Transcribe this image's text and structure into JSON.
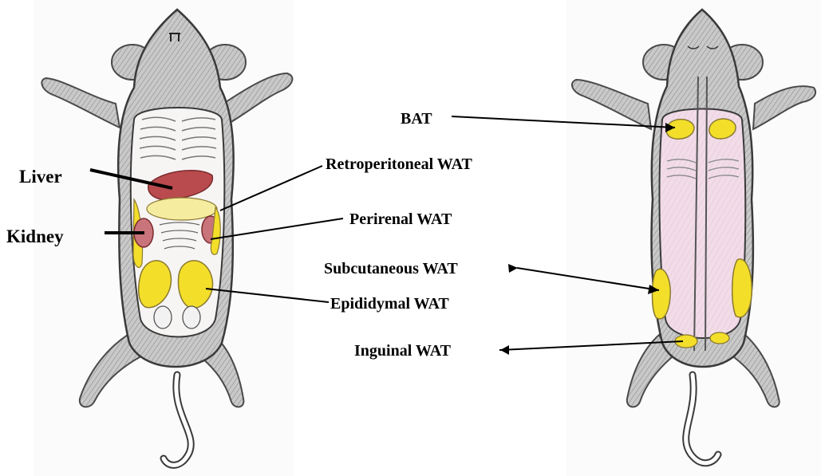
{
  "colors": {
    "fur": "#c7c7c7",
    "fur_stroke": "#4a4a4a",
    "belly": "#f6f2f2",
    "belly_pink": "#f2dde9",
    "liver": "#b94a4e",
    "kidney": "#c9737b",
    "fat": "#f3de2a",
    "fat_pale": "#f6eca0",
    "label": "#000000"
  },
  "left_mouse": {
    "view": "ventral-dissection",
    "labels": {
      "liver": "Liver",
      "kidney": "Kidney"
    }
  },
  "right_mouse": {
    "view": "dorsal-skin"
  },
  "center_labels": {
    "bat": "BAT",
    "retroperitoneal": "Retroperitoneal WAT",
    "perirenal": "Perirenal WAT",
    "subcutaneous": "Subcutaneous WAT",
    "epididymal": "Epididymal WAT",
    "inguinal": "Inguinal WAT"
  }
}
